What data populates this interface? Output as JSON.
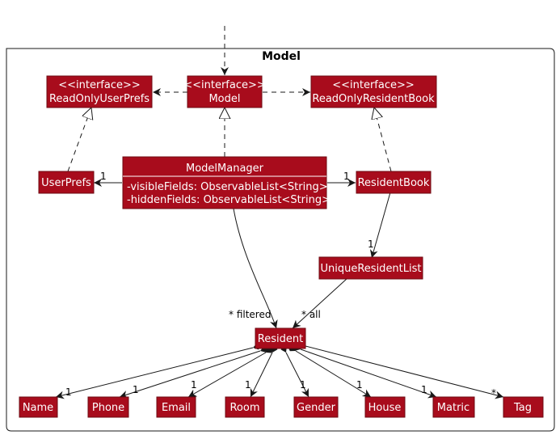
{
  "package": {
    "title": "Model"
  },
  "classes": {
    "read_only_user_prefs": {
      "stereotype": "<<interface>>",
      "name": "ReadOnlyUserPrefs"
    },
    "model": {
      "stereotype": "<<interface>>",
      "name": "Model"
    },
    "read_only_resident_book": {
      "stereotype": "<<interface>>",
      "name": "ReadOnlyResidentBook"
    },
    "model_manager": {
      "name": "ModelManager",
      "fields": [
        "-visibleFields: ObservableList<String>",
        "-hiddenFields: ObservableList<String>"
      ]
    },
    "user_prefs": {
      "name": "UserPrefs"
    },
    "resident_book": {
      "name": "ResidentBook"
    },
    "unique_resident_list": {
      "name": "UniqueResidentList"
    },
    "resident": {
      "name": "Resident"
    },
    "attributes": [
      "Name",
      "Phone",
      "Email",
      "Room",
      "Gender",
      "House",
      "Matric",
      "Tag"
    ]
  },
  "multiplicities": {
    "manager_userprefs": "1",
    "manager_residentbook": "1",
    "book_uniquelist": "1",
    "filtered": "* filtered",
    "all": "* all",
    "attributes": [
      "1",
      "1",
      "1",
      "1",
      "1",
      "1",
      "1",
      "*"
    ]
  },
  "colors": {
    "class_fill": "#a80c1c",
    "class_text": "#ffffff",
    "line": "#181818"
  }
}
